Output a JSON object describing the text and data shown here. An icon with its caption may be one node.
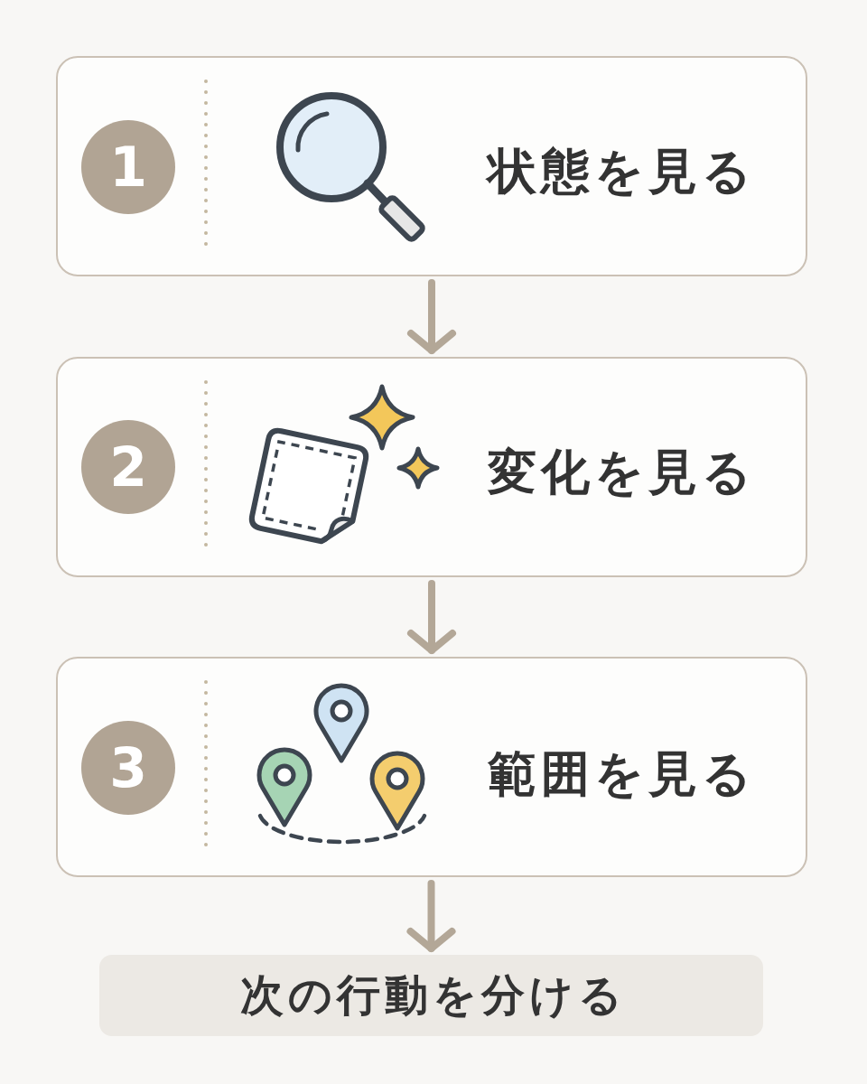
{
  "diagram": {
    "nodes": [
      {
        "text": [
          "状態を見る"
        ]
      },
      {
        "text": [
          "1"
        ],
        "in": 0
      },
      {
        "text": [
          "変化を見る"
        ]
      },
      {
        "text": [
          "2"
        ],
        "in": 2
      },
      {
        "text": [
          "範囲を見る"
        ]
      },
      {
        "text": [
          "3"
        ],
        "in": 4
      },
      {
        "text": [
          "次の行動を分ける"
        ]
      }
    ],
    "edges": [
      {
        "from": 0,
        "to": 2,
        "arrow": "to"
      },
      {
        "from": 2,
        "to": 4,
        "arrow": "to"
      },
      {
        "from": 4,
        "to": 6,
        "arrow": "to"
      }
    ]
  }
}
